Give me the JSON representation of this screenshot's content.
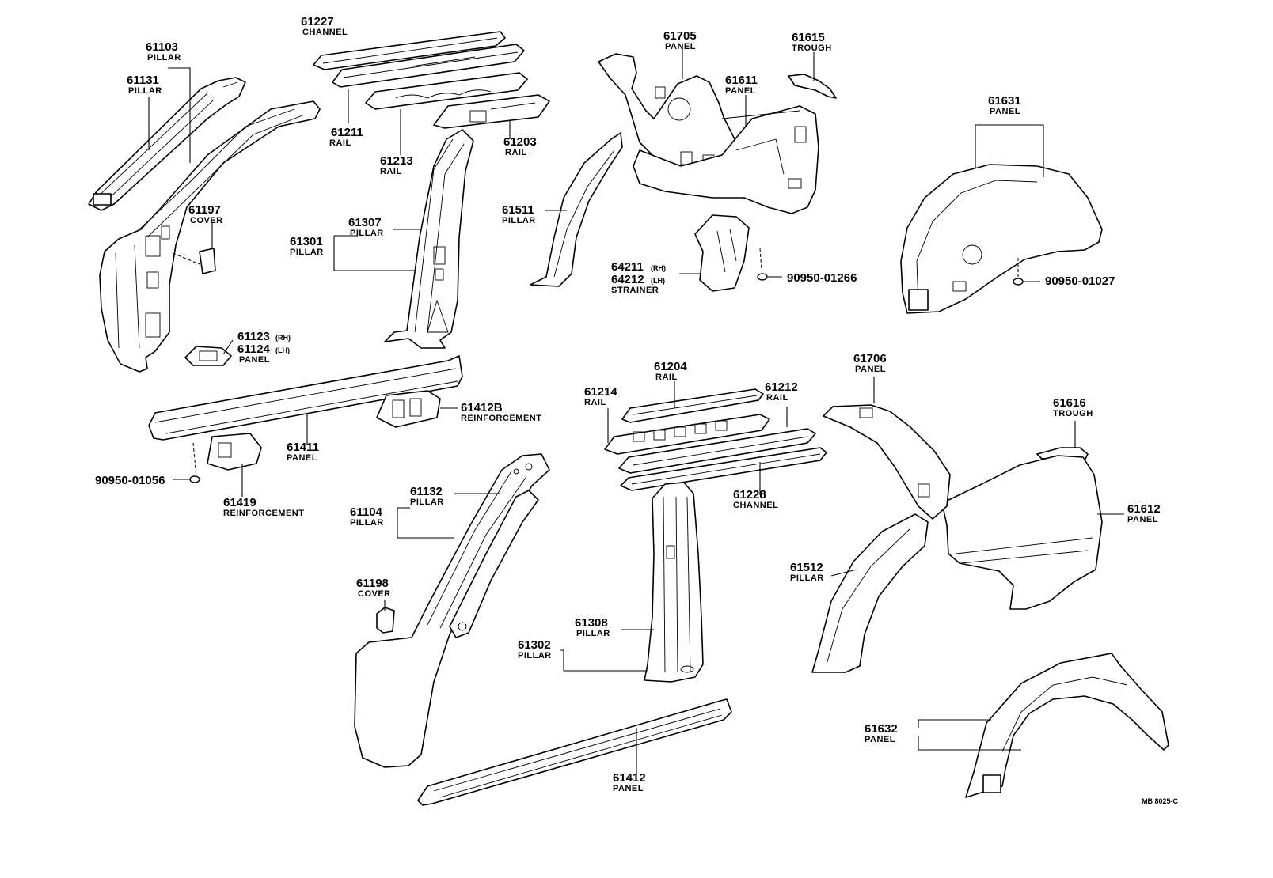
{
  "parts": {
    "p61227": {
      "num": "61227",
      "name": "CHANNEL"
    },
    "p61103": {
      "num": "61103",
      "name": "PILLAR"
    },
    "p61131": {
      "num": "61131",
      "name": "PILLAR"
    },
    "p61211": {
      "num": "61211",
      "name": "RAIL"
    },
    "p61213": {
      "num": "61213",
      "name": "RAIL"
    },
    "p61203": {
      "num": "61203",
      "name": "RAIL"
    },
    "p61197": {
      "num": "61197",
      "name": "COVER"
    },
    "p61307": {
      "num": "61307",
      "name": "PILLAR"
    },
    "p61301": {
      "num": "61301",
      "name": "PILLAR"
    },
    "p61123": {
      "num": "61123",
      "suffix": "(RH)"
    },
    "p61124": {
      "num": "61124",
      "suffix": "(LH)",
      "name": "PANEL"
    },
    "p61705": {
      "num": "61705",
      "name": "PANEL"
    },
    "p61615": {
      "num": "61615",
      "name": "TROUGH"
    },
    "p61611": {
      "num": "61611",
      "name": "PANEL"
    },
    "p61511": {
      "num": "61511",
      "name": "PILLAR"
    },
    "p64211": {
      "num": "64211",
      "suffix": "(RH)"
    },
    "p64212": {
      "num": "64212",
      "suffix": "(LH)",
      "name": "STRAINER"
    },
    "p9095001266": {
      "num": "90950-01266"
    },
    "p61631": {
      "num": "61631",
      "name": "PANEL"
    },
    "p9095001027": {
      "num": "90950-01027"
    },
    "p61412B": {
      "num": "61412B",
      "name": "REINFORCEMENT"
    },
    "p61411": {
      "num": "61411",
      "name": "PANEL"
    },
    "p9095001056": {
      "num": "90950-01056"
    },
    "p61419": {
      "num": "61419",
      "name": "REINFORCEMENT"
    },
    "p61132": {
      "num": "61132",
      "name": "PILLAR"
    },
    "p61104": {
      "num": "61104",
      "name": "PILLAR"
    },
    "p61198": {
      "num": "61198",
      "name": "COVER"
    },
    "p61204": {
      "num": "61204",
      "name": "RAIL"
    },
    "p61214": {
      "num": "61214",
      "name": "RAIL"
    },
    "p61212": {
      "num": "61212",
      "name": "RAIL"
    },
    "p61228": {
      "num": "61228",
      "name": "CHANNEL"
    },
    "p61308": {
      "num": "61308",
      "name": "PILLAR"
    },
    "p61302": {
      "num": "61302",
      "name": "PILLAR"
    },
    "p61412": {
      "num": "61412",
      "name": "PANEL"
    },
    "p61706": {
      "num": "61706",
      "name": "PANEL"
    },
    "p61616": {
      "num": "61616",
      "name": "TROUGH"
    },
    "p61612": {
      "num": "61612",
      "name": "PANEL"
    },
    "p61512": {
      "num": "61512",
      "name": "PILLAR"
    },
    "p61632": {
      "num": "61632",
      "name": "PANEL"
    }
  },
  "figure_code": "MB  8025-C"
}
